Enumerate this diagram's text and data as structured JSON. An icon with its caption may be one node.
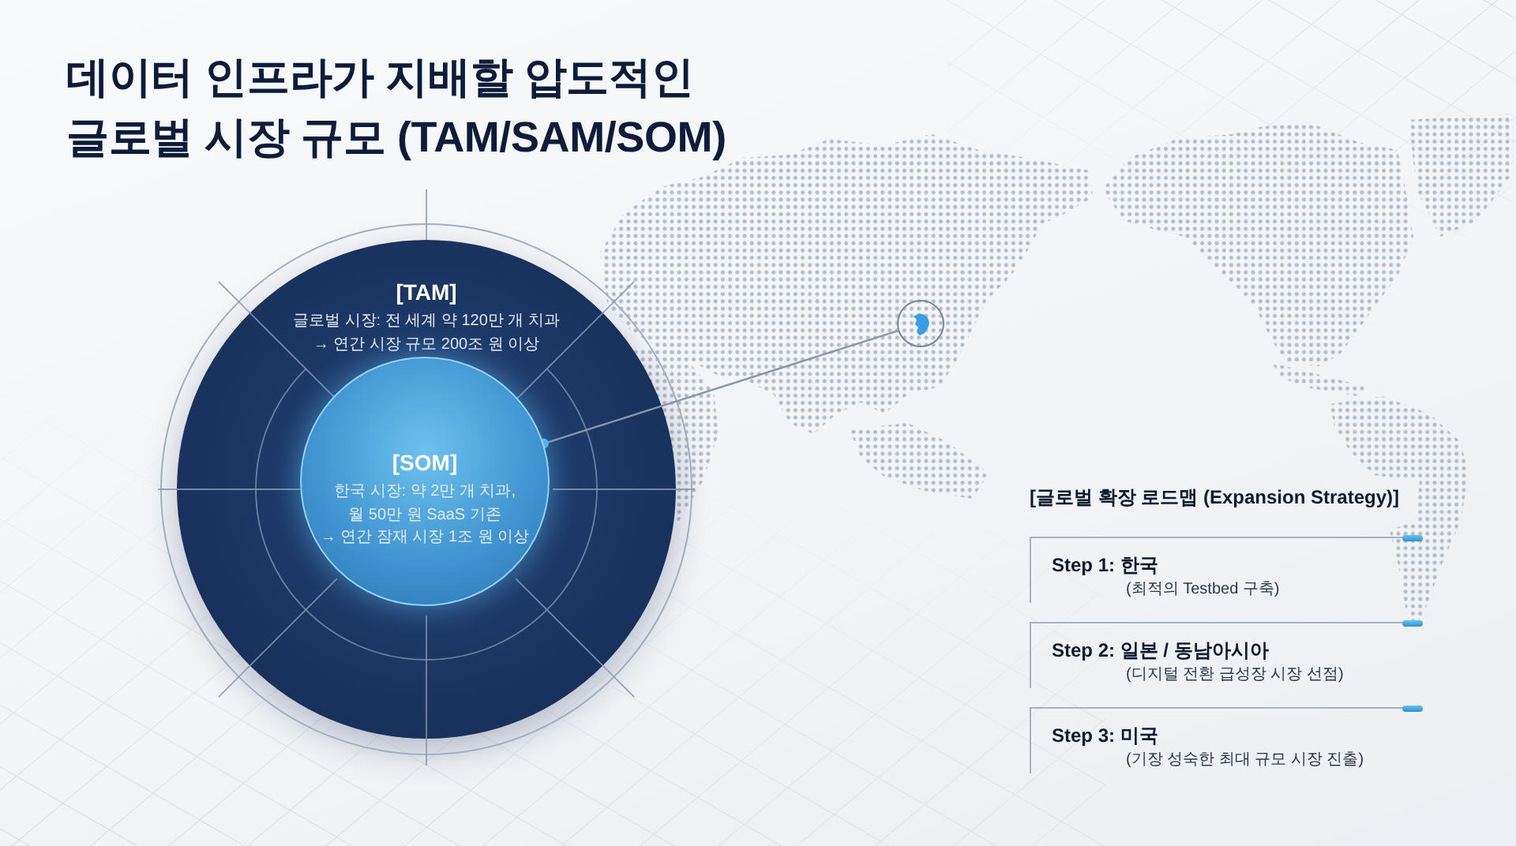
{
  "diagram": {
    "title": "데이터 인프라가 지배할 압도적인 글로벌 시장 규모 (TAM/SAM/SOM)",
    "nodes": [
      {
        "text": [
          "[TAM]",
          "글로벌 시장: 전 세계 약 120만 개 치과",
          "→ 연간 시장 규모 200조 원 이상"
        ]
      },
      {
        "text": [
          "[SOM]",
          "한국 시장: 약 2만 개 치과, 월 50만 원 SaaS 기존",
          "→ 연간 잠재 시장 1조 원 이상"
        ],
        "in": 0
      },
      {
        "text": [],
        "shape": "circle"
      },
      {
        "text": [
          "Step 1: 한국",
          "(최적의 Testbed 구축)"
        ]
      },
      {
        "text": [
          "Step 2: 일본 / 동남아시아",
          "(디지털 전환 급성장 시장 선점)"
        ]
      },
      {
        "text": [
          "Step 3: 미국",
          "(기장 성숙한 최대 규모 시장 진출)"
        ]
      }
    ],
    "edges": [
      {
        "from": 1,
        "to": 2,
        "arrow": "other"
      }
    ],
    "labels": [
      "[글로벌 확장 로드맵 (Expansion Strategy)]"
    ]
  }
}
